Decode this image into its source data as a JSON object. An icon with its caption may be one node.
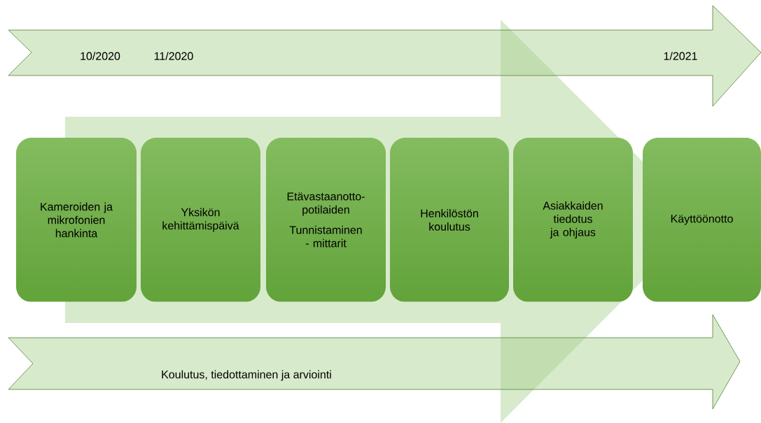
{
  "diagram": {
    "nodes": [
      {
        "text": [
          "10/2020",
          "11/2020",
          "1/2021"
        ]
      },
      {
        "text": [
          "Kameroiden ja mikrofonien hankinta"
        ]
      },
      {
        "text": [
          "Yksikön kehittämispäivä"
        ]
      },
      {
        "text": [
          "Etävastaanotto-potilaiden",
          "Tunnistaminen - mittarit"
        ]
      },
      {
        "text": [
          "Henkilöstön koulutus"
        ]
      },
      {
        "text": [
          "Asiakkaiden tiedotus ja ohjaus"
        ]
      },
      {
        "text": [
          "Käyttöönotto"
        ]
      },
      {
        "text": [
          "Koulutus, tiedottaminen ja arviointi"
        ]
      }
    ],
    "edges": [
      {
        "from": 1,
        "to": 6,
        "arrow": "to"
      }
    ]
  }
}
